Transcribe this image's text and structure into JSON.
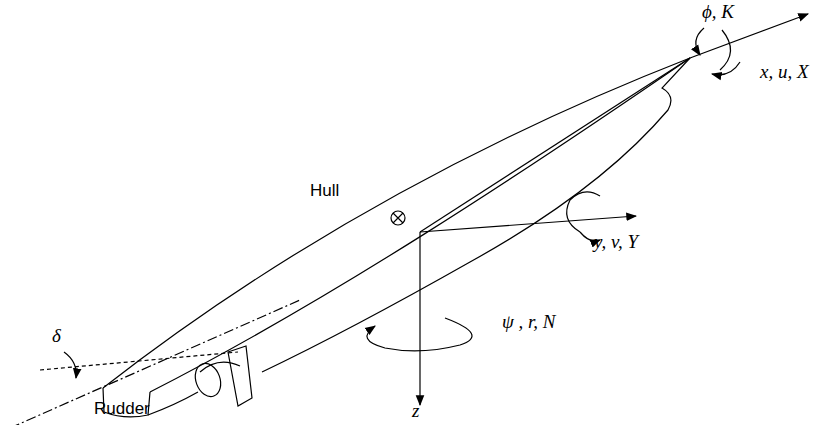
{
  "diagram": {
    "labels": [
      "ϕ, K",
      "x, u, X",
      "Hull",
      "y, v, Y",
      "ψ , r, N",
      "δ",
      "z",
      "Rudder"
    ]
  }
}
